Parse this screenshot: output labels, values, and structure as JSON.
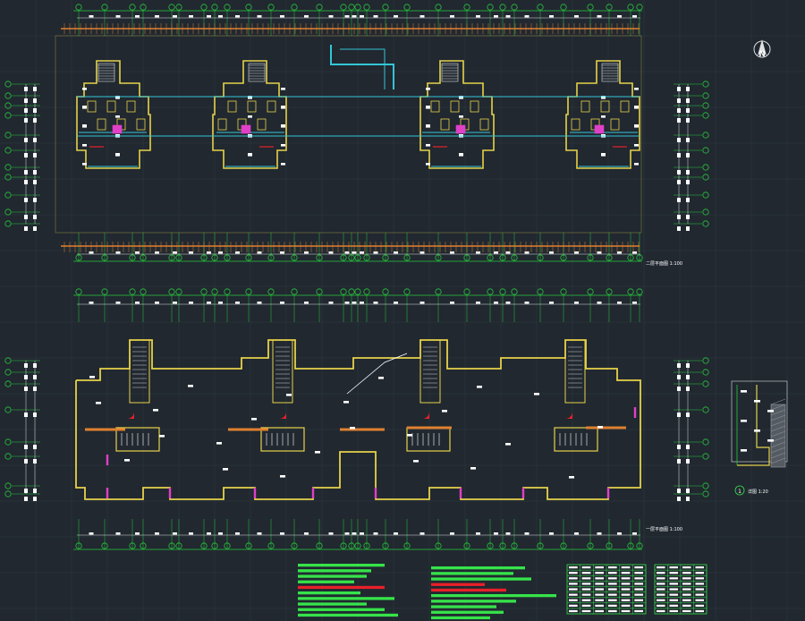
{
  "drawing": {
    "background": "#212830",
    "colors": {
      "wall": "#e6d24a",
      "axis": "#28c83c",
      "dim": "#e0e0e0",
      "cyan": "#33c6d6",
      "magenta": "#e040c8",
      "red": "#e8202a",
      "orange": "#e08030",
      "green": "#36e34a",
      "hatch": "#9aa0a6",
      "grid": "#3a4450"
    }
  },
  "icons": {
    "north_arrow": "compass-icon"
  },
  "labels": {
    "north_letter": "N",
    "detail_number": "1",
    "plan_top_caption": "二层平面图 1:100",
    "plan_bottom_caption": "一层平面图 1:100",
    "detail_caption": "详图 1:20"
  }
}
